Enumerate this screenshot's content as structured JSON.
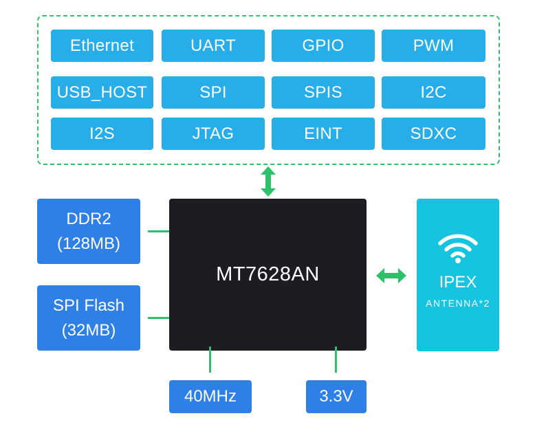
{
  "interfaces": {
    "row1": [
      "Ethernet",
      "UART",
      "GPIO",
      "PWM"
    ],
    "row2": [
      "USB_HOST",
      "SPI",
      "SPIS",
      "I2C"
    ],
    "row3": [
      "I2S",
      "JTAG",
      "EINT",
      "SDXC"
    ]
  },
  "soc": {
    "label": "MT7628AN"
  },
  "memory": {
    "ddr": {
      "line1": "DDR2",
      "line2": "(128MB)"
    },
    "flash": {
      "line1": "SPI Flash",
      "line2": "(32MB)"
    }
  },
  "antenna": {
    "title": "IPEX",
    "subtitle": "ANTENNA*2",
    "icon": "wifi-icon"
  },
  "clock": {
    "label": "40MHz"
  },
  "power": {
    "label": "3.3V"
  },
  "colors": {
    "interface_bg": "#27aee8",
    "side_box_bg": "#2f80e6",
    "soc_bg": "#1d1c23",
    "antenna_bg": "#16c4e0",
    "connector": "#2cc16a"
  }
}
